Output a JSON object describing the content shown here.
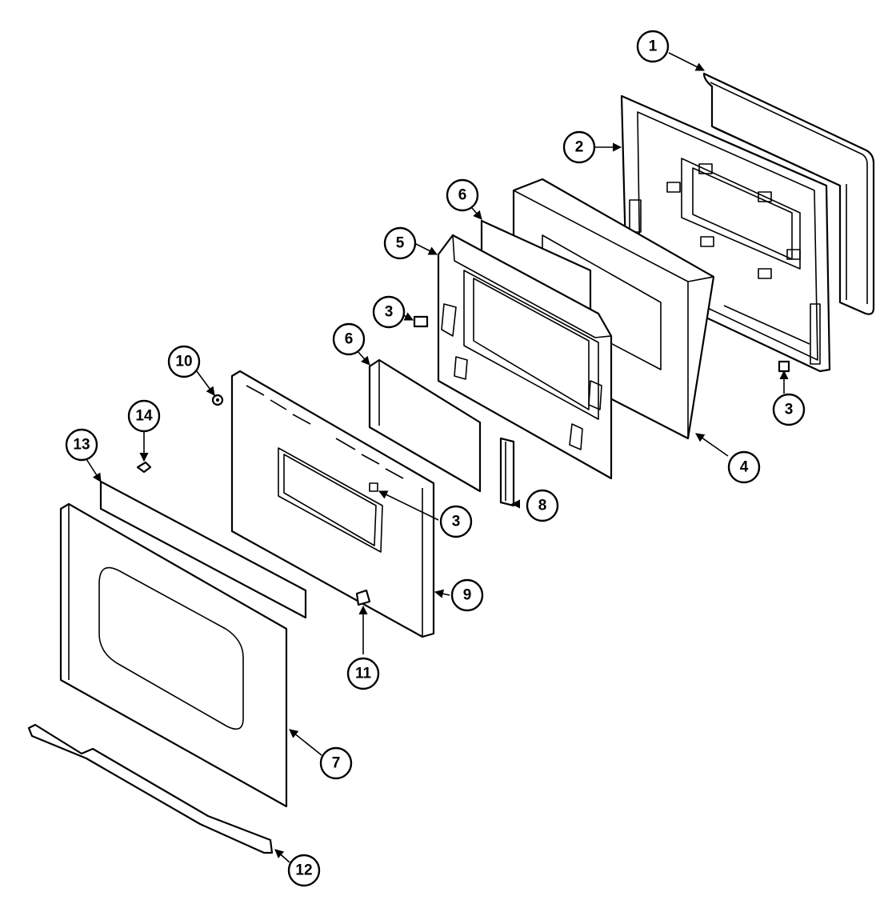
{
  "diagram": {
    "type": "exploded-parts-view",
    "callout_labels": [
      "1",
      "2",
      "3",
      "3",
      "3",
      "4",
      "5",
      "6",
      "6",
      "7",
      "8",
      "9",
      "10",
      "11",
      "12",
      "13",
      "14"
    ]
  }
}
